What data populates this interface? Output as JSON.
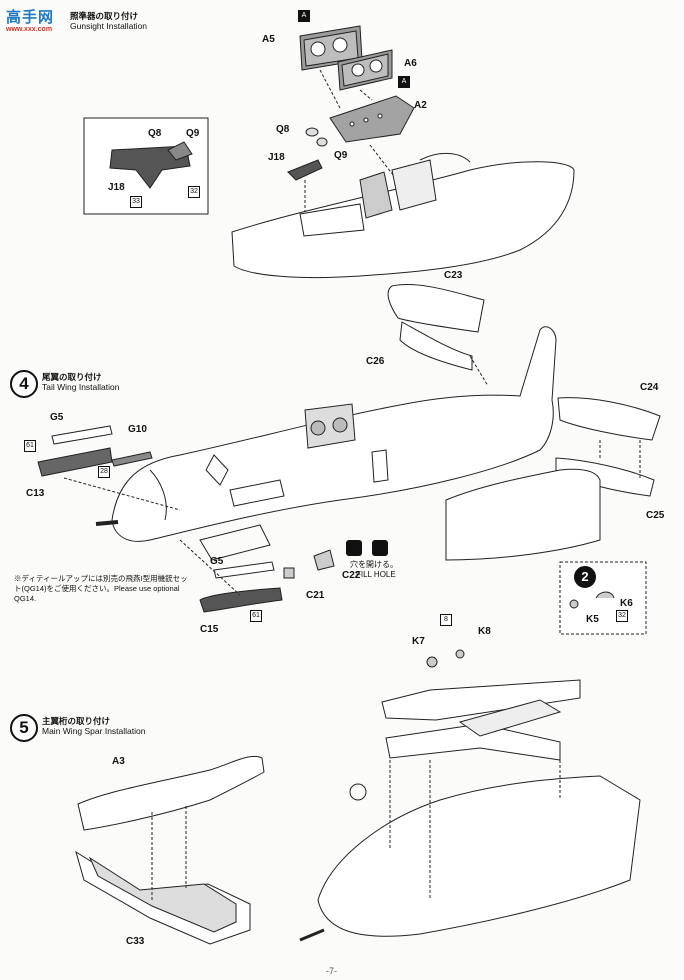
{
  "watermark": {
    "logo_text": "高手网",
    "sub_text": "www.xxx.com"
  },
  "step3": {
    "title_jp": "照準器の取り付け",
    "title_en": "Gunsight Installation"
  },
  "step4": {
    "number": "4",
    "title_jp": "尾翼の取り付け",
    "title_en": "Tail Wing Installation"
  },
  "step5": {
    "number": "5",
    "title_jp": "主翼桁の取り付け",
    "title_en": "Main Wing Spar Installation"
  },
  "parts": {
    "a5": "A5",
    "a6": "A6",
    "a2": "A2",
    "q8": "Q8",
    "q9": "Q9",
    "j18": "J18",
    "inset_q8": "Q8",
    "inset_q9": "Q9",
    "inset_j18": "J18",
    "c23": "C23",
    "c26": "C26",
    "c24": "C24",
    "c25": "C25",
    "g5": "G5",
    "g10": "G10",
    "c13": "C13",
    "c15": "C15",
    "g5b": "G5",
    "c21": "C21",
    "c22": "C22",
    "k5": "K5",
    "k6": "K6",
    "k7": "K7",
    "k8": "K8",
    "a3": "A3",
    "c33": "C33"
  },
  "markers": {
    "a_tag": "A",
    "a_tag2": "A",
    "num_32": "32",
    "num_33": "33",
    "num_61": "61",
    "num_28": "28",
    "num_61b": "61",
    "num_32b": "32",
    "num_8": "8",
    "sub_step": "2"
  },
  "drill": {
    "jp": "穴を開ける。",
    "en": "FILL HOLE"
  },
  "detail_note": "※ディティールアップには別売の飛燕I型用機銃セット(QG14)をご使用ください。Please use optional QG14.",
  "page_number": "-7-"
}
